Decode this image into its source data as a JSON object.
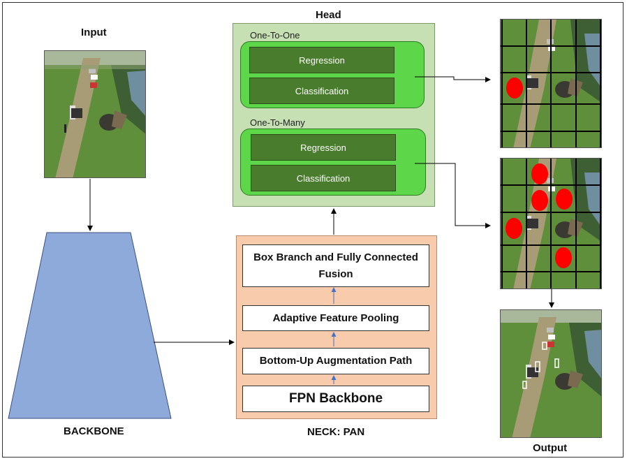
{
  "labels": {
    "input": "Input",
    "backbone": "BACKBONE",
    "head": "Head",
    "neck": "NECK: PAN",
    "output": "Output"
  },
  "head": {
    "one_to_one": {
      "title": "One-To-One",
      "regression": "Regression",
      "classification": "Classification"
    },
    "one_to_many": {
      "title": "One-To-Many",
      "regression": "Regression",
      "classification": "Classification"
    }
  },
  "neck": {
    "box_branch": "Box Branch and Fully Connected Fusion",
    "adaptive_pooling": "Adaptive Feature Pooling",
    "bottom_up": "Bottom-Up Augmentation Path",
    "fpn": "FPN Backbone"
  },
  "colors": {
    "backbone_fill": "#8eaadb",
    "head_fill": "#c6e0b4",
    "group_fill": "#5dd64a",
    "inner_fill": "#4a7c2e",
    "neck_fill": "#f8cbad",
    "detection_marker": "#ff0000"
  }
}
